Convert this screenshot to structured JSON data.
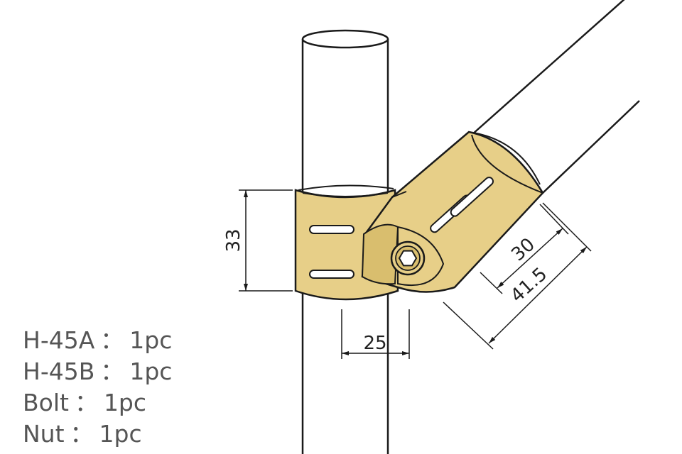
{
  "dimensions": {
    "height_33": "33",
    "width_25": "25",
    "inner_30": "30",
    "outer_41_5": "41.5"
  },
  "parts_list": [
    {
      "name": "H-45A",
      "qty": "1pc"
    },
    {
      "name": "H-45B",
      "qty": "1pc"
    },
    {
      "name": "Bolt",
      "qty": "1pc"
    },
    {
      "name": "Nut",
      "qty": "1pc"
    }
  ],
  "separator": "：",
  "colors": {
    "brass": "#E7CF88",
    "brass_dark": "#C9AE5C",
    "outline": "#1a1a1a",
    "text": "#555555"
  }
}
